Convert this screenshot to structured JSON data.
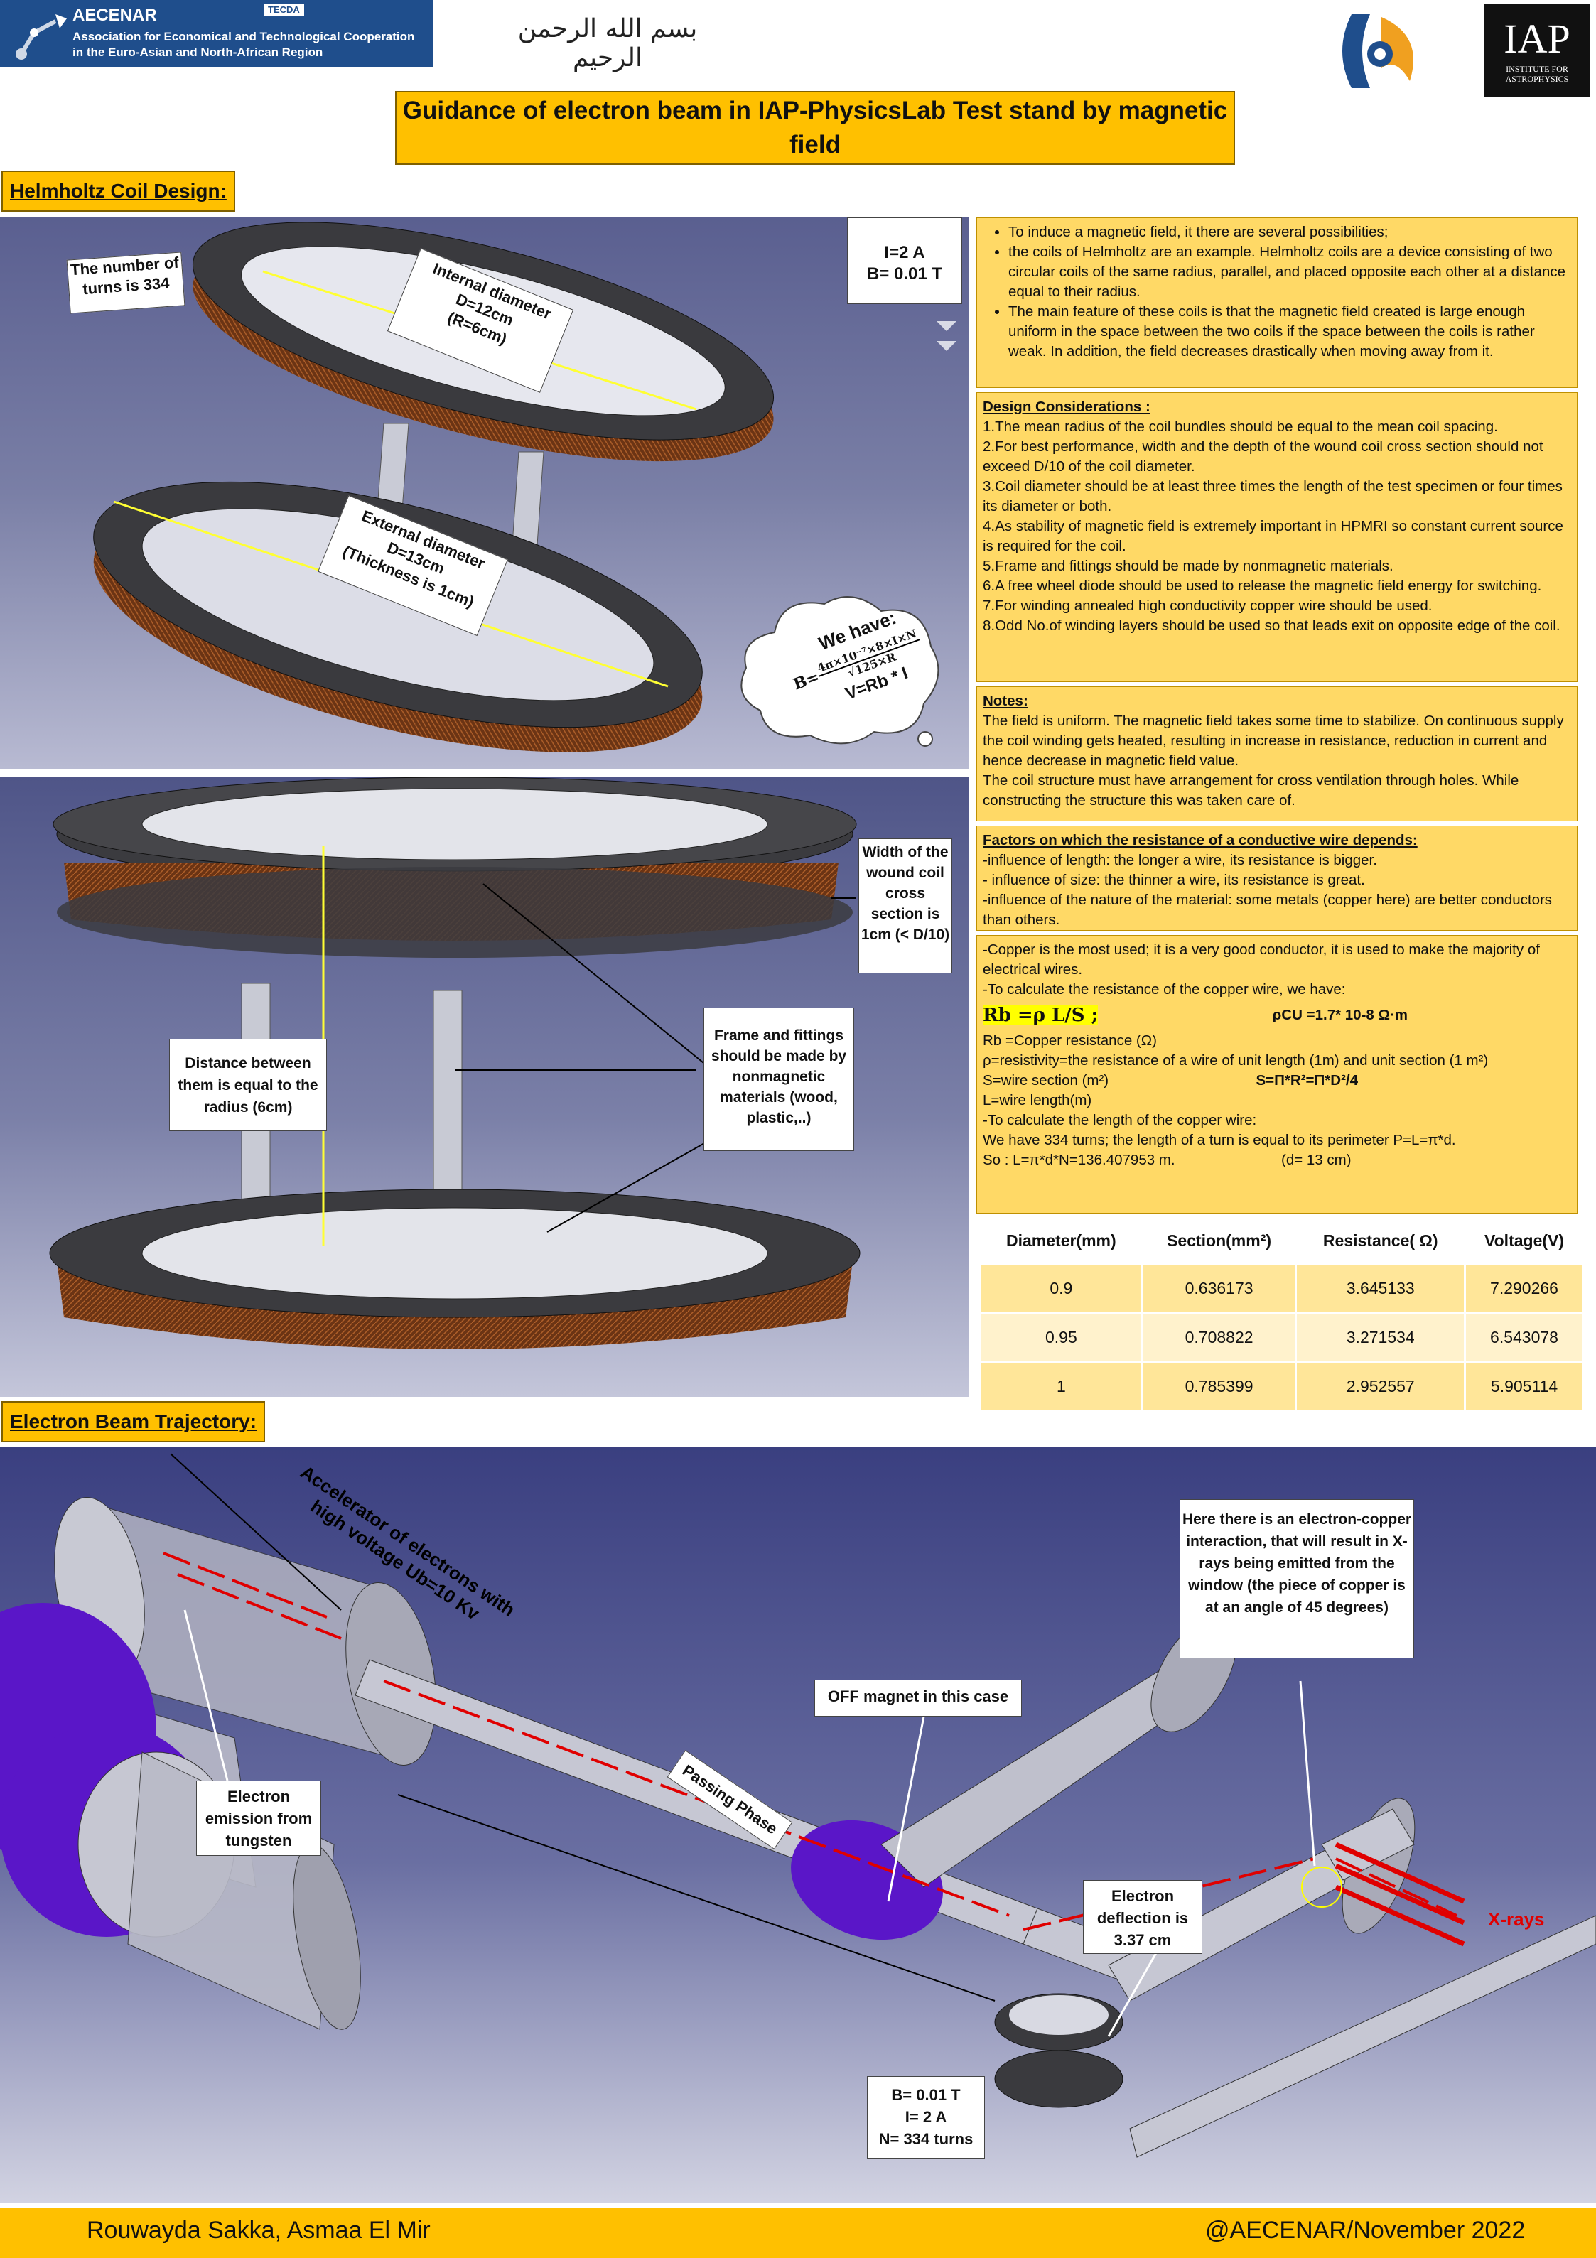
{
  "header": {
    "org_name": "AECENAR",
    "org_line1": "Association for Economical and Technological Cooperation",
    "org_line2": "in the Euro-Asian and North-African Region",
    "tecda": "TECDA",
    "basmala": "بسم الله الرحمن الرحيم",
    "iap_big": "IAP",
    "iap_small1": "INSTITUTE FOR",
    "iap_small2": "ASTROPHYSICS"
  },
  "title": "Guidance of electron beam in IAP-PhysicsLab Test stand by magnetic field",
  "sections": {
    "helmholtz": "Helmholtz Coil Design:",
    "trajectory": "Electron Beam Trajectory:"
  },
  "coil_figure": {
    "turns": "The number of turns is 334",
    "internal_diameter": [
      "Internal diameter",
      "D=12cm",
      "(R=6cm)"
    ],
    "external_diameter": [
      "External diameter",
      "D=13cm",
      "(Thickness is 1cm)"
    ],
    "current": "I=2 A",
    "field": "B= 0.01 T",
    "we_have": "We have:",
    "formula_b": "B=",
    "formula_num": "4π×10⁻⁷×8×I×N",
    "formula_den": "√125×R",
    "formula_v": "V=Rb * I"
  },
  "coil_figure2": {
    "width": "Width of the wound coil cross section is 1cm (< D/10)",
    "distance": "Distance between them is equal to the radius (6cm)",
    "frame": "Frame and fittings should be made by nonmagnetic materials (wood, plastic,..)"
  },
  "intro_bullets": [
    "To induce a magnetic field, it there are several possibilities;",
    " the coils of Helmholtz are an example. Helmholtz coils are a device consisting of two circular coils of the same radius, parallel, and placed opposite each other at a distance equal to their radius.",
    "The main feature of these coils is that the magnetic field created is large enough uniform in the space between the two coils if the space between the coils is rather weak. In addition, the field decreases drastically when moving away from it."
  ],
  "design": {
    "heading": "Design Considerations :",
    "items": [
      "1.The mean radius of the coil bundles should be equal to the mean coil spacing.",
      "2.For best performance, width and the depth of the wound coil cross section should not exceed D/10 of the coil diameter.",
      "3.Coil diameter should be at least three times the length of the test specimen or four times its diameter or both.",
      "4.As stability of magnetic field is extremely important in HPMRI so constant current source is required for the coil.",
      "5.Frame and fittings should be made by nonmagnetic materials.",
      "6.A free wheel diode should be used to release the magnetic field energy for switching.",
      "7.For winding annealed high conductivity copper wire should be used.",
      "8.Odd No.of winding layers should be used so that leads exit on opposite edge of the coil."
    ]
  },
  "notes": {
    "heading": "Notes:",
    "p1": "The field is uniform. The magnetic field takes some time to stabilize. On continuous supply the coil winding gets heated, resulting in increase in resistance, reduction in current and hence decrease in magnetic field value.",
    "p2": "The coil structure must have arrangement for cross ventilation through holes. While constructing the structure this was taken care of."
  },
  "factors": {
    "heading": "Factors on which the resistance of a conductive wire depends:",
    "items": [
      "-influence of length: the longer a wire, its resistance is bigger.",
      "- influence of size: the thinner a wire, its resistance is great.",
      "-influence of the nature of the material: some metals (copper here) are better conductors than others."
    ]
  },
  "copper": {
    "l1": "-Copper is the most used; it is a very good conductor, it is used to make the majority of electrical wires.",
    "l2": "-To calculate the resistance of the copper wire, we have:",
    "rb_formula": "Rb =ρ L/S ;",
    "rho_cu": "ρCU =1.7* 10-8 Ω·m",
    "l3": "Rb =Copper resistance (Ω)",
    "l4": "ρ=resistivity=the resistance of a wire of unit length (1m) and unit section (1 m²)",
    "l5a": "S=wire section (m²)",
    "l5b": "S=Π*R²=Π*D²/4",
    "l6": "L=wire length(m)",
    "l7": "-To calculate the length of the copper wire:",
    "l8": "We have 334 turns; the length of a turn is equal to its perimeter P=L=π*d.",
    "l9a": "So : L=π*d*N=136.407953 m.",
    "l9b": "(d= 13 cm)"
  },
  "table": {
    "headers": [
      "Diameter(mm)",
      "Section(mm²)",
      "Resistance( Ω)",
      "Voltage(V)"
    ],
    "rows": [
      [
        "0.9",
        "0.636173",
        "3.645133",
        "7.290266"
      ],
      [
        "0.95",
        "0.708822",
        "3.271534",
        "6.543078"
      ],
      [
        "1",
        "0.785399",
        "2.952557",
        "5.905114"
      ]
    ]
  },
  "trajectory_figure": {
    "accelerator": "Accelerator of electrons with high voltage Ub=10 Kv",
    "passing": "Passing Phase",
    "emission": "Electron emission from tungsten",
    "off_magnet": "OFF magnet in this case",
    "interaction": "Here there is an electron-copper interaction, that will result in X-rays being emitted from the window (the piece of copper is at an angle of 45 degrees)",
    "deflection": "Electron deflection is 3.37 cm",
    "params": [
      "B= 0.01 T",
      "I= 2 A",
      "N= 334 turns"
    ],
    "xrays": "X-rays"
  },
  "footer": {
    "authors": "Rouwayda Sakka, Asmaa El Mir",
    "credit": "@AECENAR/November 2022"
  }
}
